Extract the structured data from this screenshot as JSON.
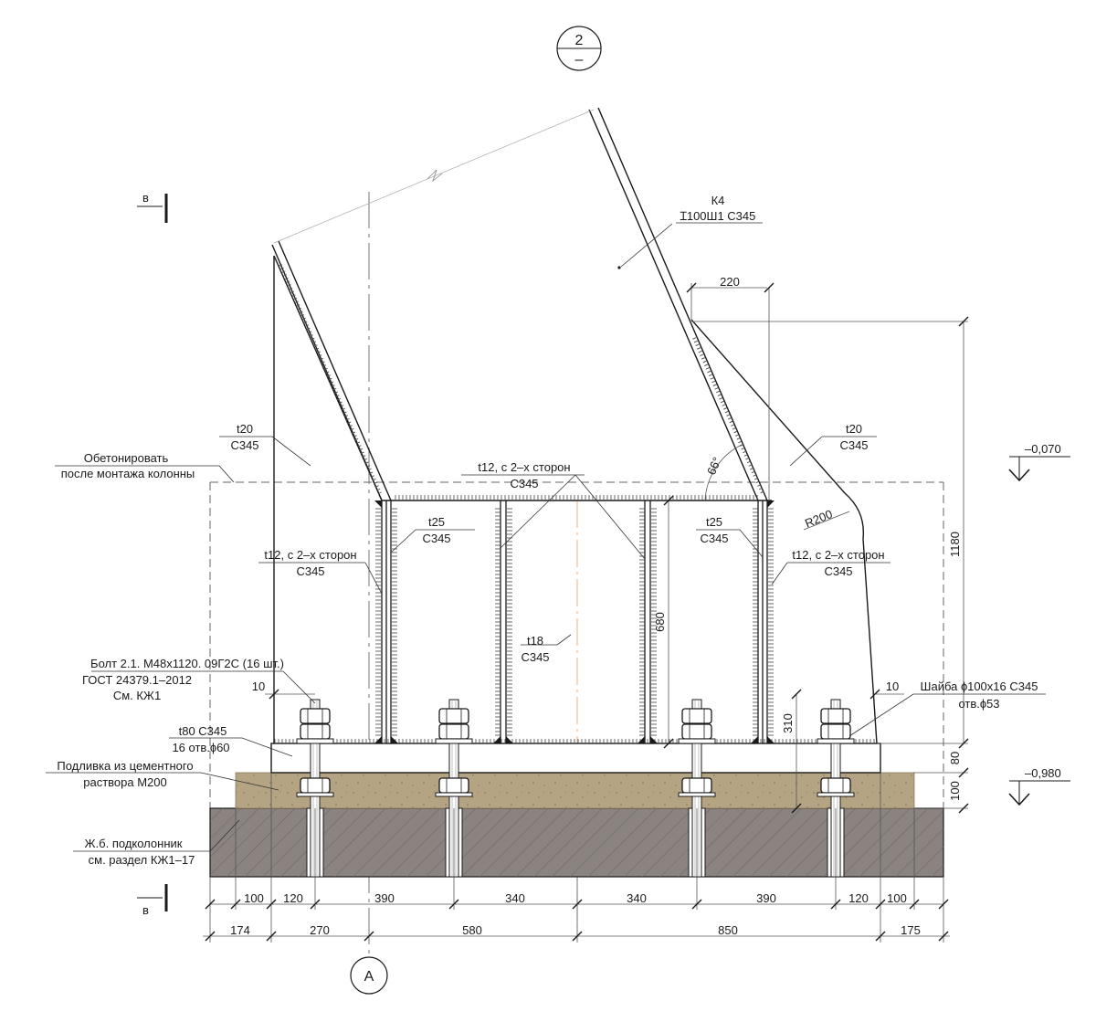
{
  "section_marker": {
    "top": "2",
    "bottom": "–"
  },
  "axis_marker": "А",
  "cut_label_top": "в",
  "cut_label_bottom": "в",
  "levels": {
    "top": "–0,070",
    "bottom": "–0,980"
  },
  "labels": {
    "k4_name": "К4",
    "k4_profile": "Ɪ100Ш1 С345",
    "t20_left_1": "t20",
    "t20_left_2": "С345",
    "t20_right_1": "t20",
    "t20_right_2": "С345",
    "concrete_note_1": "Обетонировать",
    "concrete_note_2": "после монтажа колонны",
    "t12_top_1": "t12, с 2–х сторон",
    "t12_top_2": "С345",
    "t25_left_1": "t25",
    "t25_left_2": "С345",
    "t25_right_1": "t25",
    "t25_right_2": "С345",
    "t12_left_1": "t12, с 2–х сторон",
    "t12_left_2": "С345",
    "t12_right_1": "t12, с 2–х сторон",
    "t12_right_2": "С345",
    "t18_1": "t18",
    "t18_2": "С345",
    "radius": "R200",
    "angle": "66°",
    "bolt_1": "Болт 2.1. М48х1120. 09Г2С (16 шт.)",
    "bolt_2": "ГОСТ 24379.1–2012",
    "bolt_3": "См. КЖ1",
    "washer_1": "Шайба ɸ100х16 С345",
    "washer_2": "отв.ɸ53",
    "t80_1": "t80 С345",
    "t80_2": "16 отв.ɸ60",
    "grout_1": "Подливка из цементного",
    "grout_2": "раствора М200",
    "pedestal_1": "Ж.б. подколонник",
    "pedestal_2": "см. раздел КЖ1–17"
  },
  "dims": {
    "d220": "220",
    "d1180": "1180",
    "d680": "680",
    "d310": "310",
    "d80": "80",
    "d100v": "100",
    "d10_left": "10",
    "d10_right": "10",
    "row1": [
      "100",
      "120",
      "390",
      "340",
      "340",
      "390",
      "120",
      "100"
    ],
    "row2": [
      "174",
      "270",
      "580",
      "850",
      "175"
    ]
  },
  "colors": {
    "line": "#1a1a1a",
    "thin": "#8a8a8a",
    "grout": "#b5a483",
    "concrete": "#8a8380",
    "axis_orange": "#e8a060"
  }
}
